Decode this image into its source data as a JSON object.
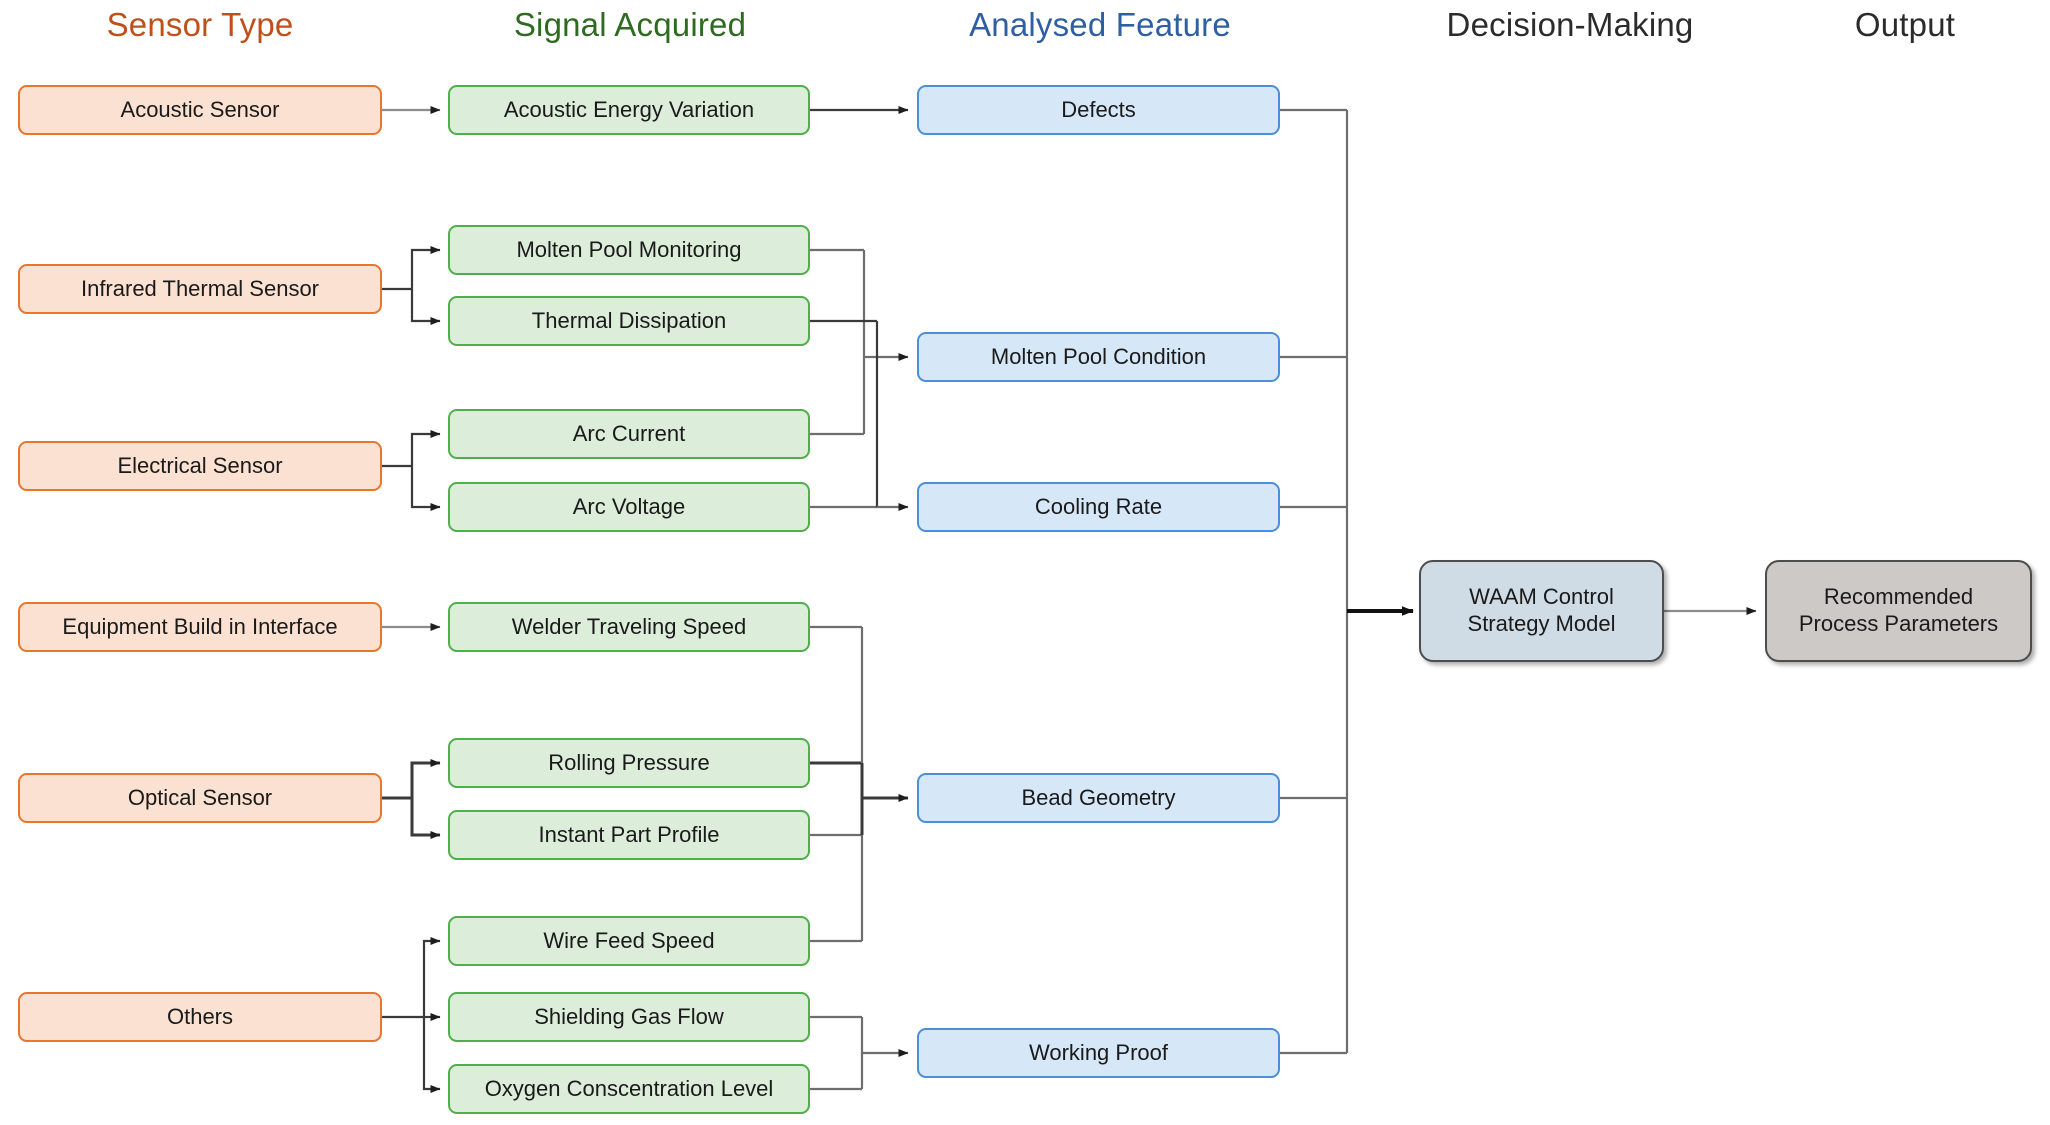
{
  "diagram": {
    "title": "WAAM Sensing to Control Strategy Flow",
    "background": "#ffffff",
    "colors": {
      "sensor_fill": "#FBE1D2",
      "sensor_border": "#E8762C",
      "sensor_header": "#C0501A",
      "signal_fill": "#DCEEDA",
      "signal_border": "#4FAF4A",
      "signal_header": "#2E6B20",
      "feature_fill": "#D6E7F8",
      "feature_border": "#4A8FD8",
      "feature_header": "#2E5FA3",
      "decision_fill": "#CFDCE6",
      "decision_border": "#4D4D4D",
      "output_fill": "#CCC9C6",
      "output_border": "#4D4D4D",
      "connector_light": "#8C8C8C",
      "connector_dark": "#3A3A3A"
    }
  },
  "headers": [
    {
      "id": "sensor-type",
      "label": "Sensor Type"
    },
    {
      "id": "signal-acquired",
      "label": "Signal Acquired"
    },
    {
      "id": "analysed-feature",
      "label": "Analysed Feature"
    },
    {
      "id": "decision-making",
      "label": "Decision-Making"
    },
    {
      "id": "output",
      "label": "Output"
    }
  ],
  "sensors": [
    {
      "id": "acoustic-sensor",
      "label": "Acoustic Sensor"
    },
    {
      "id": "infrared-thermal-sensor",
      "label": "Infrared Thermal Sensor"
    },
    {
      "id": "electrical-sensor",
      "label": "Electrical Sensor"
    },
    {
      "id": "equipment-build-interface",
      "label": "Equipment Build in Interface"
    },
    {
      "id": "optical-sensor",
      "label": "Optical Sensor"
    },
    {
      "id": "others",
      "label": "Others"
    }
  ],
  "signals": [
    {
      "id": "acoustic-energy-variation",
      "label": "Acoustic Energy Variation"
    },
    {
      "id": "molten-pool-monitoring",
      "label": "Molten Pool Monitoring"
    },
    {
      "id": "thermal-dissipation",
      "label": "Thermal Dissipation"
    },
    {
      "id": "arc-current",
      "label": "Arc Current"
    },
    {
      "id": "arc-voltage",
      "label": "Arc Voltage"
    },
    {
      "id": "welder-traveling-speed",
      "label": "Welder Traveling Speed"
    },
    {
      "id": "rolling-pressure",
      "label": "Rolling Pressure"
    },
    {
      "id": "instant-part-profile",
      "label": "Instant Part Profile"
    },
    {
      "id": "wire-feed-speed",
      "label": "Wire Feed Speed"
    },
    {
      "id": "shielding-gas-flow",
      "label": "Shielding Gas Flow"
    },
    {
      "id": "oxygen-concentration-level",
      "label": "Oxygen Conscentration Level"
    }
  ],
  "features": [
    {
      "id": "defects",
      "label": "Defects"
    },
    {
      "id": "molten-pool-condition",
      "label": "Molten Pool Condition"
    },
    {
      "id": "cooling-rate",
      "label": "Cooling Rate"
    },
    {
      "id": "bead-geometry",
      "label": "Bead Geometry"
    },
    {
      "id": "working-proof",
      "label": "Working Proof"
    }
  ],
  "decision": {
    "id": "waam-control-strategy-model",
    "label": "WAAM Control\nStrategy  Model"
  },
  "output": {
    "id": "recommended-process-parameters",
    "label": "Recommended\nProcess Parameters"
  },
  "flows": [
    {
      "from": "acoustic-sensor",
      "to": "acoustic-energy-variation"
    },
    {
      "from": "infrared-thermal-sensor",
      "to": "molten-pool-monitoring"
    },
    {
      "from": "infrared-thermal-sensor",
      "to": "thermal-dissipation"
    },
    {
      "from": "electrical-sensor",
      "to": "arc-current"
    },
    {
      "from": "electrical-sensor",
      "to": "arc-voltage"
    },
    {
      "from": "equipment-build-interface",
      "to": "welder-traveling-speed"
    },
    {
      "from": "optical-sensor",
      "to": "rolling-pressure"
    },
    {
      "from": "optical-sensor",
      "to": "instant-part-profile"
    },
    {
      "from": "others",
      "to": "wire-feed-speed"
    },
    {
      "from": "others",
      "to": "shielding-gas-flow"
    },
    {
      "from": "others",
      "to": "oxygen-concentration-level"
    },
    {
      "from": "acoustic-energy-variation",
      "to": "defects"
    },
    {
      "from": "molten-pool-monitoring",
      "to": "molten-pool-condition"
    },
    {
      "from": "arc-current",
      "to": "molten-pool-condition"
    },
    {
      "from": "thermal-dissipation",
      "to": "cooling-rate"
    },
    {
      "from": "arc-voltage",
      "to": "cooling-rate"
    },
    {
      "from": "welder-traveling-speed",
      "to": "bead-geometry"
    },
    {
      "from": "rolling-pressure",
      "to": "bead-geometry"
    },
    {
      "from": "instant-part-profile",
      "to": "bead-geometry"
    },
    {
      "from": "wire-feed-speed",
      "to": "bead-geometry"
    },
    {
      "from": "shielding-gas-flow",
      "to": "working-proof"
    },
    {
      "from": "oxygen-concentration-level",
      "to": "working-proof"
    },
    {
      "from": "defects",
      "to": "waam-control-strategy-model"
    },
    {
      "from": "molten-pool-condition",
      "to": "waam-control-strategy-model"
    },
    {
      "from": "cooling-rate",
      "to": "waam-control-strategy-model"
    },
    {
      "from": "bead-geometry",
      "to": "waam-control-strategy-model"
    },
    {
      "from": "working-proof",
      "to": "waam-control-strategy-model"
    },
    {
      "from": "waam-control-strategy-model",
      "to": "recommended-process-parameters"
    }
  ]
}
